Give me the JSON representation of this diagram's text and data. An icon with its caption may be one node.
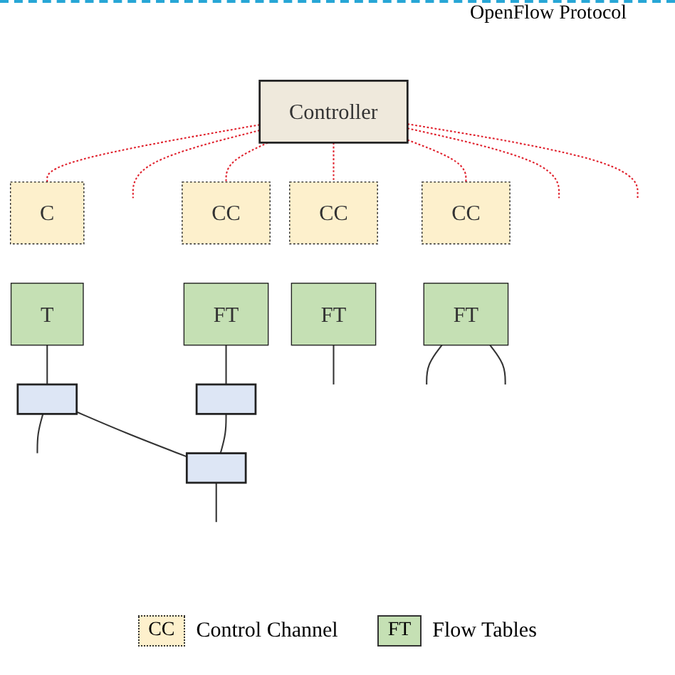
{
  "diagram": {
    "nodes": [
      {
        "text": [
          "Controller"
        ]
      },
      {
        "text": [
          "C"
        ]
      },
      {
        "text": [
          "T"
        ]
      },
      {
        "text": [],
        "shape": "box"
      },
      {
        "text": [
          "CC"
        ]
      },
      {
        "text": [
          "FT"
        ]
      },
      {
        "text": [],
        "shape": "box"
      },
      {
        "text": [
          "CC"
        ]
      },
      {
        "text": [
          "FT"
        ]
      },
      {
        "text": [],
        "shape": "box"
      },
      {
        "text": [
          "CC"
        ]
      },
      {
        "text": [
          "FT"
        ]
      }
    ],
    "edges": [
      {
        "from": 0,
        "to": 1,
        "arrow": "none",
        "style": "dashed",
        "color": "#e0202c"
      },
      {
        "from": 0,
        "to": null,
        "arrow": "none",
        "style": "dashed",
        "color": "#e0202c"
      },
      {
        "from": 0,
        "to": 4,
        "arrow": "none",
        "style": "dashed",
        "color": "#e0202c"
      },
      {
        "from": 0,
        "to": 10,
        "arrow": "none",
        "style": "dashed",
        "color": "#e0202c"
      },
      {
        "from": 0,
        "to": 7,
        "arrow": "none",
        "style": "dashed",
        "color": "#e0202c"
      },
      {
        "from": 0,
        "to": null,
        "arrow": "none",
        "style": "dashed",
        "color": "#e0202c"
      },
      {
        "from": 0,
        "to": null,
        "arrow": "none",
        "style": "dashed",
        "color": "#e0202c"
      },
      {
        "from": 2,
        "to": 3,
        "arrow": "none"
      },
      {
        "from": 3,
        "to": null,
        "arrow": "none"
      },
      {
        "from": 3,
        "to": 9,
        "arrow": "none"
      },
      {
        "from": 5,
        "to": 6,
        "arrow": "none"
      },
      {
        "from": 6,
        "to": 9,
        "arrow": "none"
      },
      {
        "from": 8,
        "to": null,
        "arrow": "none"
      },
      {
        "from": 8,
        "to": null,
        "arrow": "none"
      },
      {
        "from": 9,
        "to": null,
        "arrow": "none"
      },
      {
        "from": 11,
        "to": null,
        "arrow": "none"
      }
    ],
    "labels": [
      "OpenFlow Protocol",
      "CC",
      "FT"
    ],
    "legend": [
      {
        "text": "Control Channel",
        "color": "#fdf0cc"
      },
      {
        "text": "Flow Tables",
        "color": "#c5e0b4"
      }
    ]
  }
}
